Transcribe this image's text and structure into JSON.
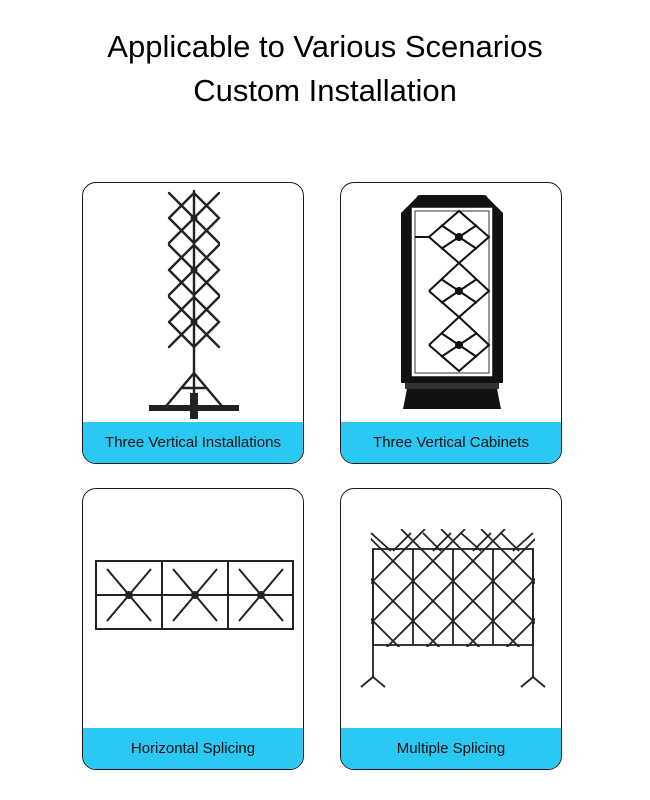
{
  "heading": {
    "line1": "Applicable to Various Scenarios",
    "line2": "Custom Installation"
  },
  "cards": [
    {
      "caption": "Three Vertical Installations",
      "icon": "vertical-stand-illustration"
    },
    {
      "caption": "Three Vertical Cabinets",
      "icon": "cabinet-illustration"
    },
    {
      "caption": "Horizontal Splicing",
      "icon": "horizontal-frame-illustration"
    },
    {
      "caption": "Multiple Splicing",
      "icon": "multi-grid-frame-illustration"
    }
  ],
  "colors": {
    "caption_band": "#29c9f3",
    "frame": "#1a1a1a"
  }
}
